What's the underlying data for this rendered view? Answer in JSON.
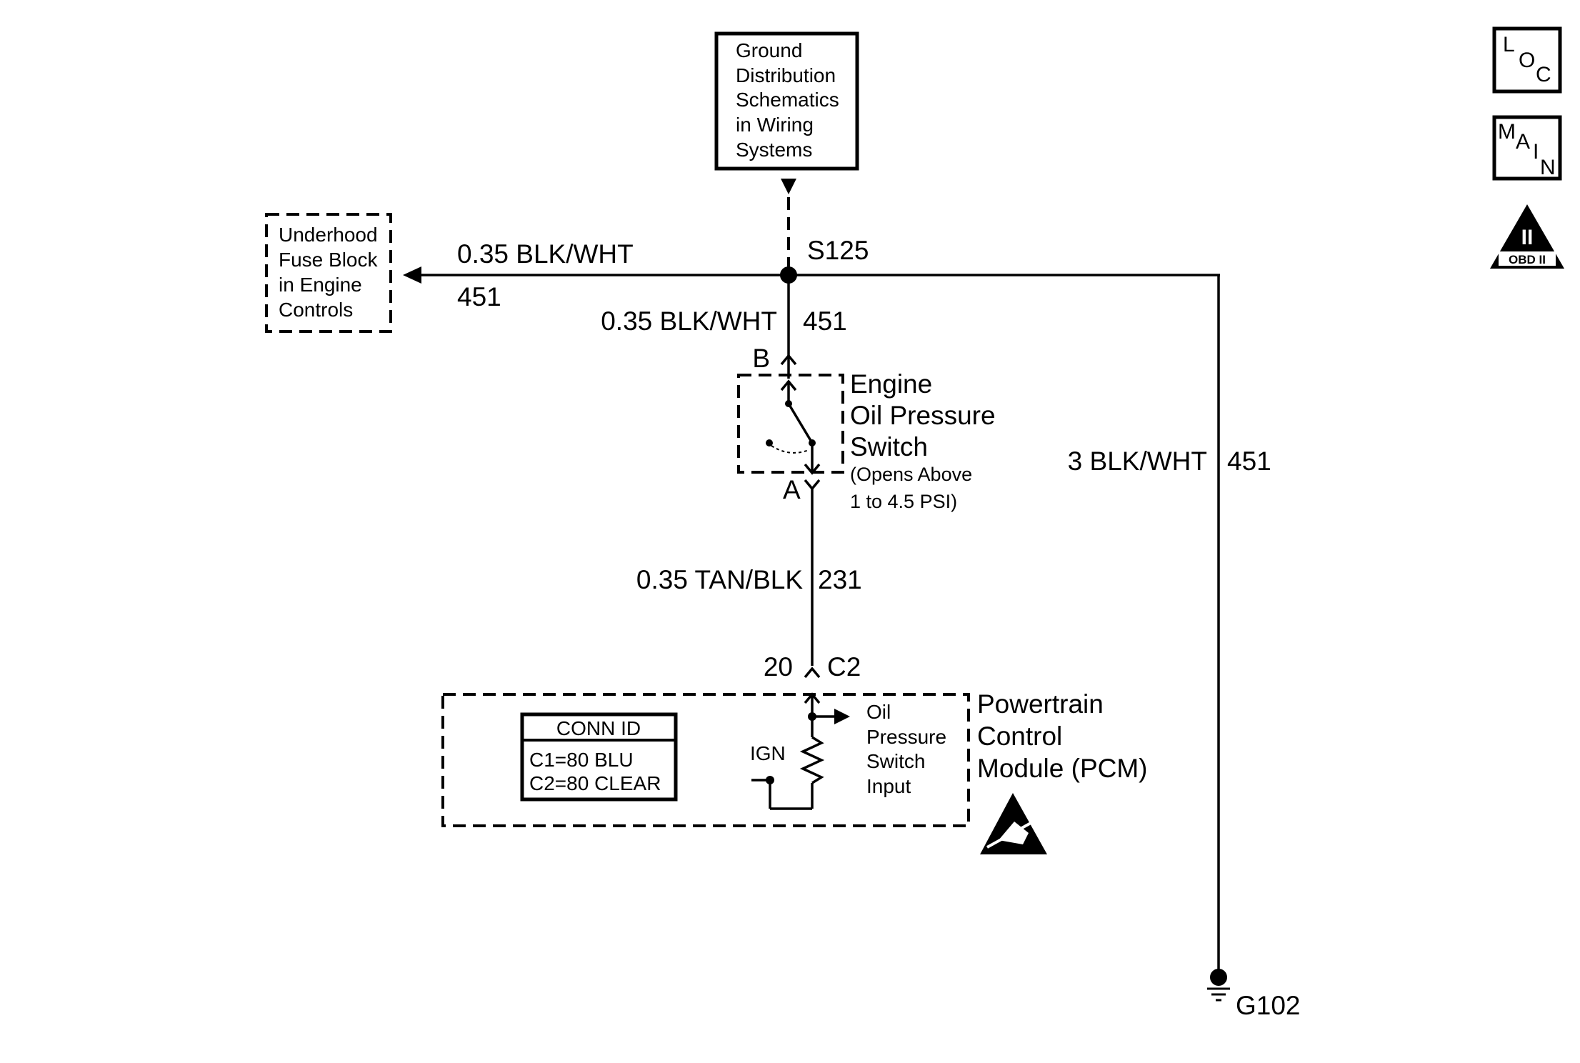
{
  "ground_dist_box": {
    "lines": [
      "Ground",
      "Distribution",
      "Schematics",
      "in Wiring",
      "Systems"
    ]
  },
  "fuse_block_box": {
    "lines": [
      "Underhood",
      "Fuse Block",
      "in Engine",
      "Controls"
    ]
  },
  "splice": {
    "label": "S125"
  },
  "wires": {
    "to_fuse_block": {
      "gauge_color": "0.35 BLK/WHT",
      "circuit": "451"
    },
    "splice_to_switch": {
      "gauge_color": "0.35 BLK/WHT",
      "circuit": "451"
    },
    "to_ground": {
      "gauge_color": "3 BLK/WHT",
      "circuit": "451"
    },
    "switch_to_pcm": {
      "gauge_color": "0.35 TAN/BLK",
      "circuit": "231"
    }
  },
  "oil_switch": {
    "pin_top": "B",
    "pin_bottom": "A",
    "name_lines": [
      "Engine",
      "Oil Pressure",
      "Switch"
    ],
    "note_lines": [
      "(Opens Above",
      "1 to 4.5 PSI)"
    ]
  },
  "pcm": {
    "pin": "20",
    "connector": "C2",
    "name_lines": [
      "Powertrain",
      "Control",
      "Module (PCM)"
    ],
    "input_lines": [
      "Oil",
      "Pressure",
      "Switch",
      "Input"
    ],
    "ign_label": "IGN",
    "conn_id": {
      "title": "CONN ID",
      "rows": [
        "C1=80 BLU",
        "C2=80 CLEAR"
      ]
    }
  },
  "ground": {
    "label": "G102"
  },
  "indicators": {
    "loc": [
      "L",
      "O",
      "C"
    ],
    "main": [
      "M",
      "A",
      "I",
      "N"
    ],
    "obd": {
      "numeral": "II",
      "text": "OBD II"
    }
  }
}
